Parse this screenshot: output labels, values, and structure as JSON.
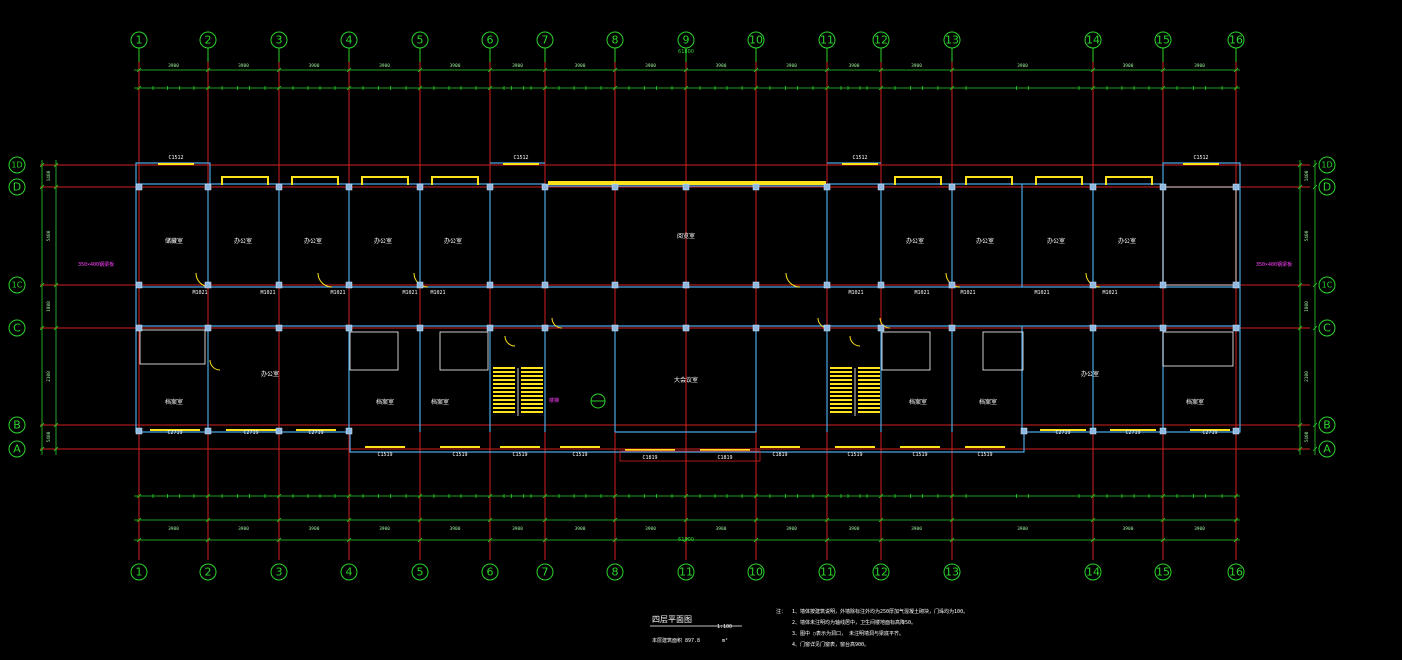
{
  "grid_x": [
    "1",
    "2",
    "3",
    "4",
    "5",
    "6",
    "7",
    "8",
    "9",
    "10",
    "11",
    "12",
    "13",
    "14",
    "15",
    "16"
  ],
  "grid_x_bottom_center": "11",
  "grid_y": [
    "D",
    "D",
    "C",
    "C",
    "B",
    "A"
  ],
  "grid_y_aux": [
    "1/D",
    "1/C"
  ],
  "top_total_dim": "61800",
  "bottom_total_dim": "61800",
  "bay_dims_top": [
    "3900",
    "3900",
    "3900",
    "3900",
    "3900",
    "3900",
    "3900",
    "3900",
    "3900",
    "3900",
    "3900",
    "3900",
    "3900",
    "3900",
    "3900"
  ],
  "left_dims": [
    "1400",
    "5400",
    "1800",
    "2100",
    "5400",
    "1200"
  ],
  "windows_top": [
    "C1512",
    "C1512",
    "C1512",
    "C1512"
  ],
  "windows_bottom_row": [
    "C2719",
    "C2719",
    "C2719",
    "C2719",
    "C2719",
    "C2719"
  ],
  "windows_bottom_row2": [
    "C1519",
    "C1519",
    "C1519",
    "C1519",
    "C1819",
    "C1819",
    "C1819",
    "C1519",
    "C1519",
    "C1519"
  ],
  "doors": [
    "M1021",
    "M1021",
    "M1021",
    "M1021",
    "M1021",
    "M1021",
    "M1021",
    "M1021",
    "M1021",
    "M1021"
  ],
  "rooms_north": [
    "储藏室",
    "办公室",
    "办公室",
    "办公室",
    "办公室",
    "阅览室",
    "办公室",
    "办公室",
    "办公室",
    "办公室"
  ],
  "rooms_south": [
    "档案室",
    "办公室",
    "档案室",
    "档案室",
    "大会议室",
    "档案室",
    "档案室",
    "办公室",
    "档案室"
  ],
  "annotations": {
    "beam_note_left": "350×400钢梁板",
    "beam_note_right": "350×400钢梁板",
    "dim_note": "350×400",
    "slope_label": "楼梯"
  },
  "title": {
    "name": "四层平面图",
    "scale": "1:100",
    "area_label": "本层建筑面积 897.8",
    "area_unit": "m²"
  },
  "notes_head": "注：",
  "notes": [
    "1、墙体按建筑说明，外墙除标注外均为250厚加气混凝土砌块，门垛均为100。",
    "2、墙体未注明均为轴线居中，卫生间楼地面标高降50。",
    "3、图中    ○表示为洞口，        未注明墙洞与梁底平齐。",
    "4、门窗详见门窗表，窗台高900。"
  ]
}
